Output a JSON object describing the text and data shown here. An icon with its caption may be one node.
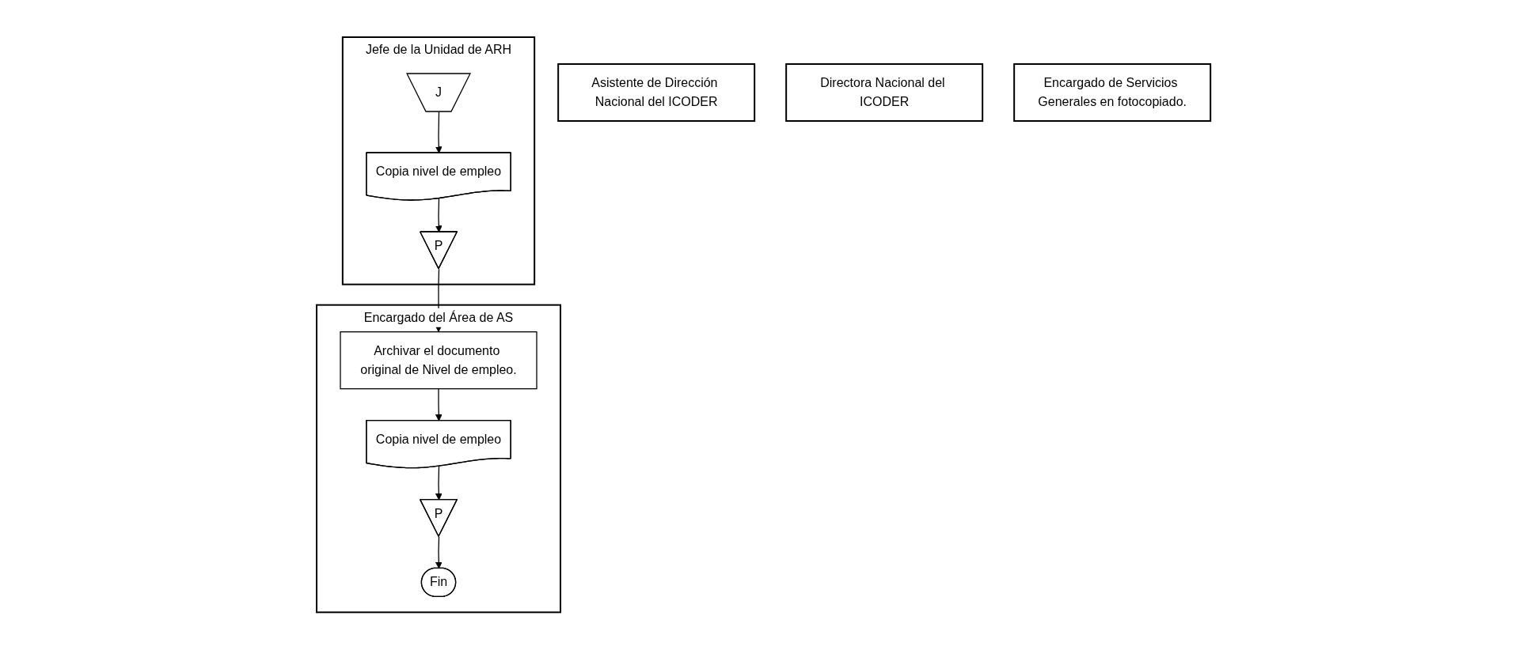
{
  "diagram": {
    "nodes": [
      {
        "text": [
          "Encargado del Área de AS"
        ]
      },
      {
        "text": [
          "Jefe de la Unidad de ARH"
        ]
      },
      {
        "text": [
          "Asistente de Dirección Nacional del ICODER"
        ]
      },
      {
        "text": [
          "Directora Nacional del ICODER"
        ]
      },
      {
        "text": [
          "Encargado de Servicios Generales en fotocopiado."
        ]
      },
      {
        "text": [
          "J"
        ],
        "in": 1
      },
      {
        "text": [
          "Copia nivel de empleo"
        ],
        "in": 1
      },
      {
        "text": [
          "P"
        ],
        "in": 1
      },
      {
        "text": [
          "Archivar el documento original de Nivel de empleo."
        ],
        "in": 0
      },
      {
        "text": [
          "Copia nivel de empleo"
        ],
        "in": 0
      },
      {
        "text": [
          "P"
        ],
        "in": 0
      },
      {
        "text": [
          "Fin"
        ],
        "in": 0
      }
    ],
    "edges": [
      {
        "from": 5,
        "to": 6,
        "arrow": "to"
      },
      {
        "from": 6,
        "to": 7,
        "arrow": "to"
      },
      {
        "from": 7,
        "to": 8,
        "arrow": "to"
      },
      {
        "from": 8,
        "to": 9,
        "arrow": "to"
      },
      {
        "from": 9,
        "to": 10,
        "arrow": "to"
      },
      {
        "from": 10,
        "to": 11,
        "arrow": "to"
      }
    ]
  }
}
